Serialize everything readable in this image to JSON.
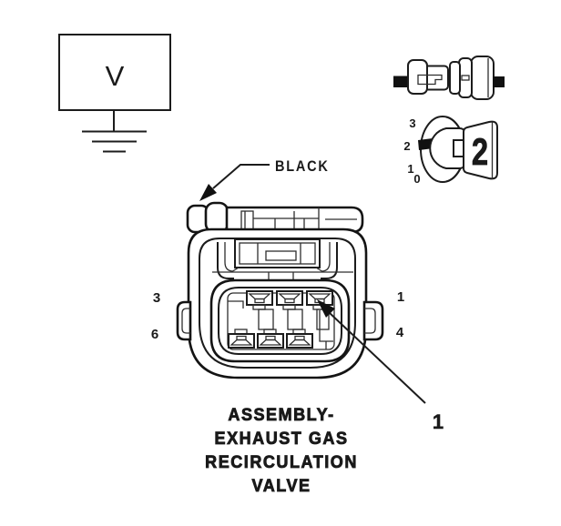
{
  "colors": {
    "background": "#ffffff",
    "line": "#141414"
  },
  "voltmeter": {
    "label": "V"
  },
  "dial": {
    "scale_labels": [
      "3",
      "2",
      "1",
      "0"
    ],
    "value": "2"
  },
  "connector": {
    "wire_color_label": "BLACK",
    "pins": {
      "left_top": "3",
      "left_bottom": "6",
      "right_top": "1",
      "right_bottom": "4"
    },
    "callout_label": "1"
  },
  "caption": {
    "lines": [
      "ASSEMBLY-",
      "EXHAUST GAS",
      "RECIRCULATION",
      "VALVE"
    ]
  }
}
